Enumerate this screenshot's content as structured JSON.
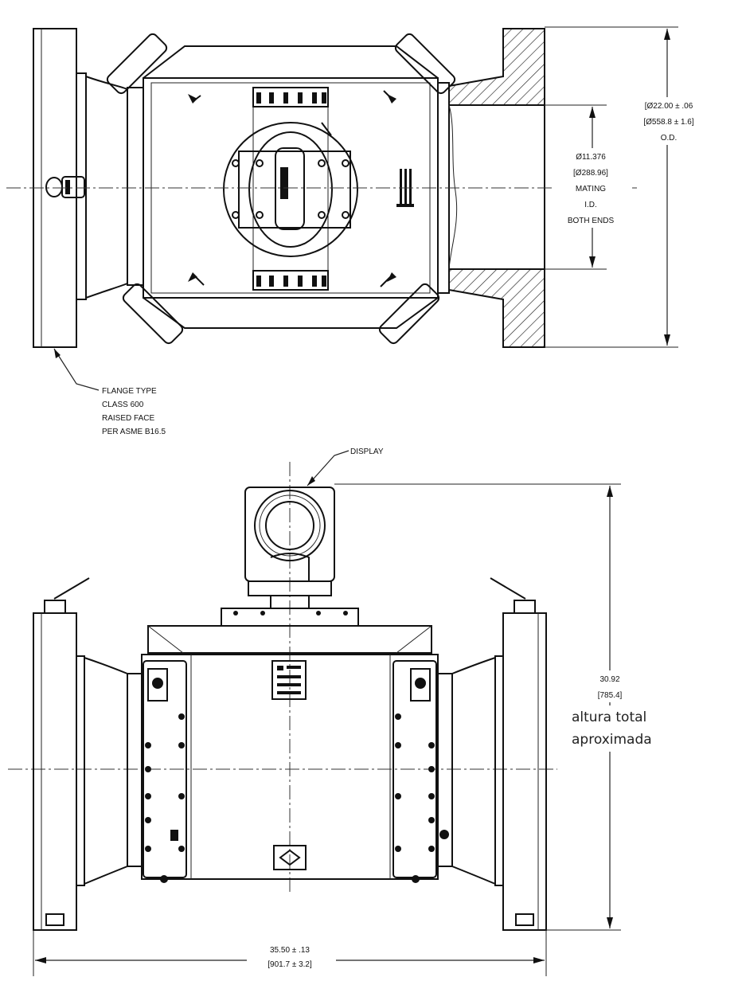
{
  "top_view": {
    "flange_note": [
      "FLANGE TYPE",
      "CLASS 600",
      "RAISED FACE",
      "PER ASME B16.5"
    ],
    "od_dimension": [
      "[Ø22.00 ± .06",
      "[Ø558.8 ± 1.6]",
      "O.D."
    ],
    "id_dimension": [
      "Ø11.376",
      "[Ø288.96]",
      "MATING",
      "I.D.",
      "BOTH ENDS"
    ]
  },
  "front_view": {
    "display_label": "DISPLAY",
    "height_dimension": [
      "30.92",
      "[785.4]"
    ],
    "height_note": [
      "altura total",
      "aproximada"
    ],
    "length_dimension": [
      "35.50 ± .13",
      "[901.7 ± 3.2]"
    ]
  }
}
